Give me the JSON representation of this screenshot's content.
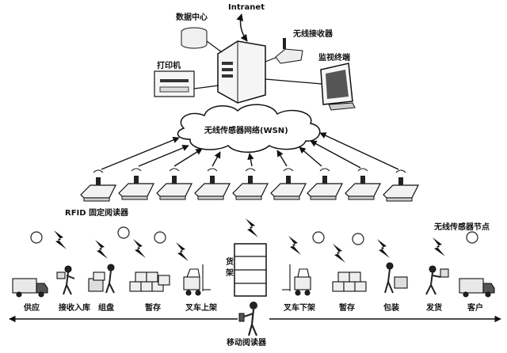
{
  "diagram": {
    "intranet_label": "Intranet",
    "data_center_label": "数据中心",
    "wireless_receiver_label": "无线接收器",
    "printer_label": "打印机",
    "monitor_label": "监视终端",
    "wsn_label": "无线传感器网络(WSN)",
    "rfid_reader_label": "RFID 固定阅读器",
    "sensor_node_label": "无线传感器节点",
    "shelf_label": "货架",
    "mobile_reader_label": "移动阅读器",
    "process_steps": [
      "供应",
      "接收入库",
      "组盘",
      "暂存",
      "叉车上架",
      "叉车下架",
      "暂存",
      "包装",
      "发货",
      "客户"
    ],
    "reader_count": 9
  }
}
